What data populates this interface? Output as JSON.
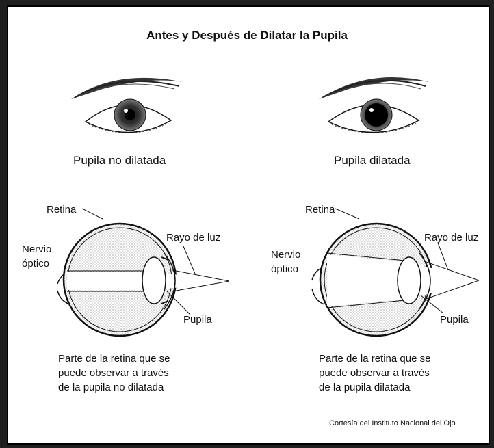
{
  "title": "Antes y Después de Dilatar la Pupila",
  "eyes": {
    "left_caption": "Pupila no dilatada",
    "right_caption": "Pupila dilatada"
  },
  "left_diagram": {
    "retina": "Retina",
    "nervio_line1": "Nervio",
    "nervio_line2": "óptico",
    "rayo": "Rayo de luz",
    "pupila": "Pupila",
    "desc_line1": "Parte de la retina que se",
    "desc_line2": "puede observar a través",
    "desc_line3": "de la pupila no dilatada"
  },
  "right_diagram": {
    "retina": "Retina",
    "nervio_line1": "Nervio",
    "nervio_line2": "óptico",
    "rayo": "Rayo de luz",
    "pupila": "Pupila",
    "desc_line1": "Parte de la retina que se",
    "desc_line2": "puede observar a través",
    "desc_line3": "de la pupila dilatada"
  },
  "credit": "Cortesía del Instituto Nacional del Ojo"
}
